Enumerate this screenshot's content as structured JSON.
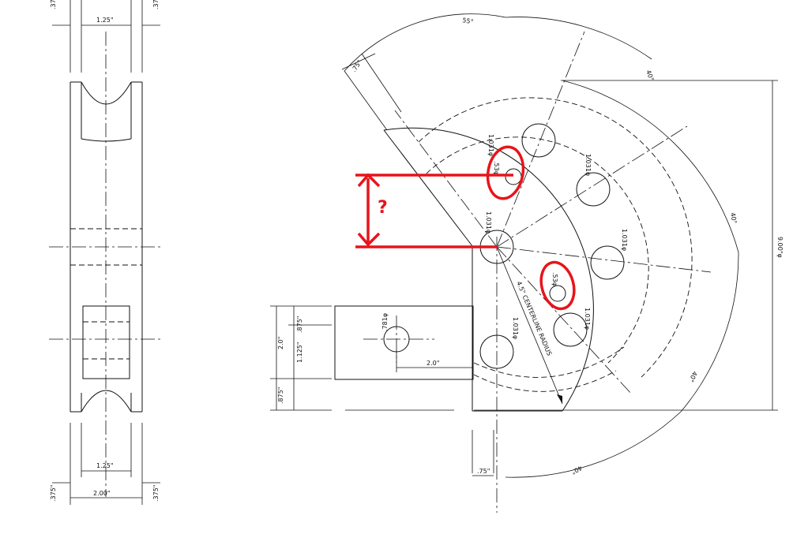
{
  "side_view": {
    "dims": {
      "top_left": ".375\"",
      "top_center": "1.25\"",
      "top_right": ".375\"",
      "bottom_center": "1.25\"",
      "bottom_left": ".375\"",
      "bottom_total": "2.00\"",
      "bottom_right": ".375\""
    }
  },
  "front_view": {
    "angles": {
      "a55": "55°",
      "a40_top": "40°",
      "a40_right": "40°",
      "a40_lower": "40°",
      "a40_bottom": "40°"
    },
    "dims": {
      "d075_top": ".75\"",
      "d900": "9.00\"φ",
      "arm_2_0": "2.0\"",
      "arm_875_top": ".875\"",
      "arm_1125": "1.125\"",
      "arm_875_bottom": ".875\"",
      "arm_2_0_h": "2.0\"",
      "d075_bottom": ".75\"",
      "centerline_radius": "4.5\" CENTERLINE RADIUS"
    },
    "holes": {
      "h1031_1": "1.031φ",
      "h1031_2": "1.031φ",
      "h1031_3": "1.031φ",
      "h1031_4": "1.031φ",
      "h1031_5": "1.031φ",
      "h1031_6": "1.031φ",
      "h53_top": ".53φ",
      "h53_bottom": ".53φ",
      "h781": ".781φ"
    },
    "annotation": {
      "question": "?"
    }
  },
  "colors": {
    "line": "#111111",
    "annotation": "#e8141b"
  }
}
